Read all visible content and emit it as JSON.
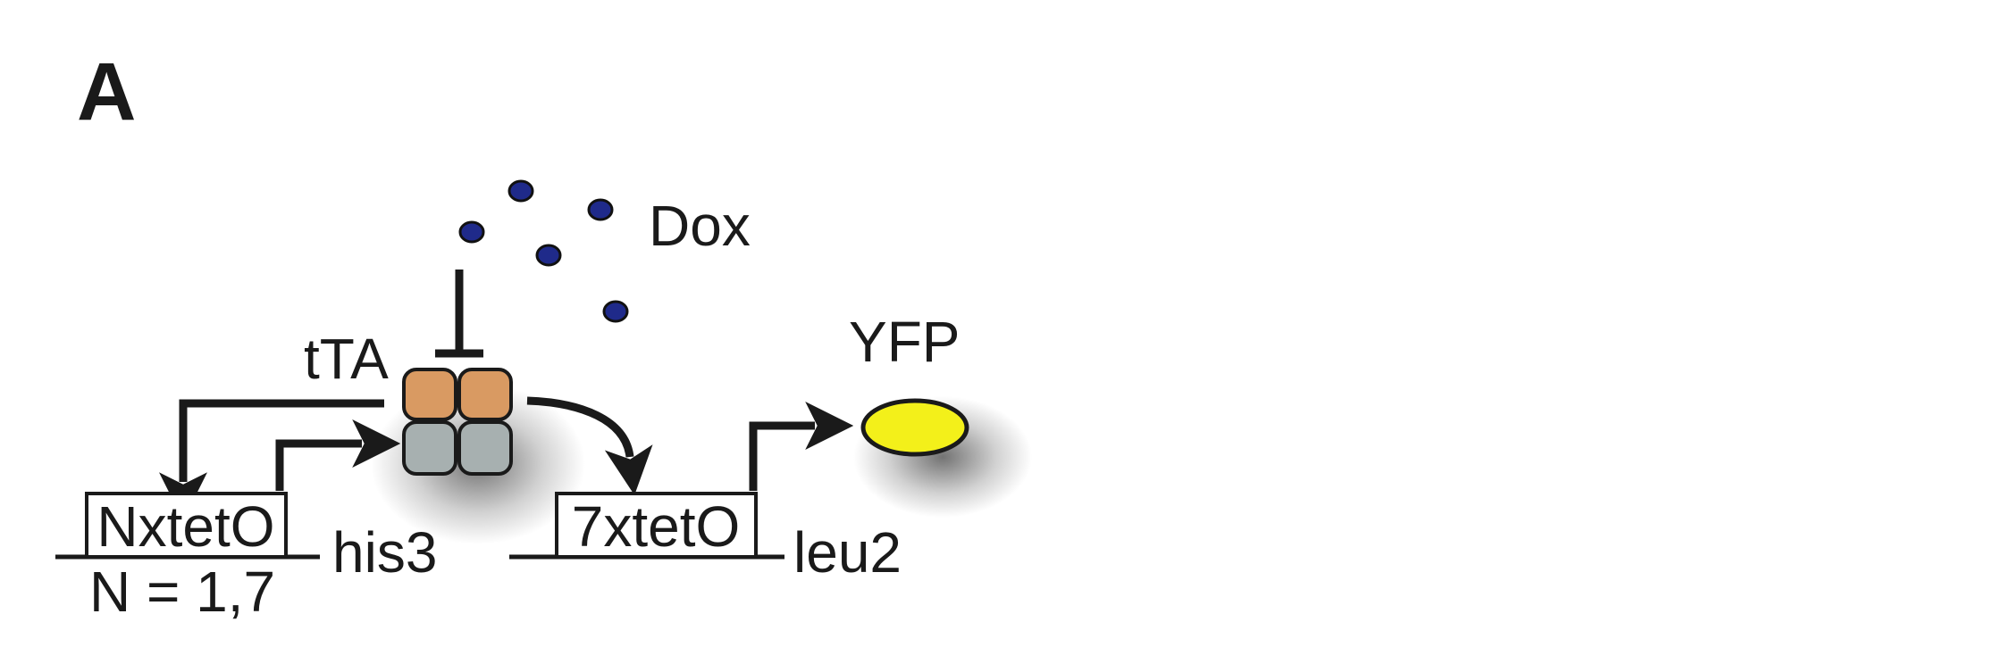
{
  "panel_label": "A",
  "labels": {
    "dox": "Dox",
    "tta": "tTA",
    "yfp": "YFP",
    "promoter1": "NxtetO",
    "promoter1_note": "N = 1,7",
    "gene1": "his3",
    "promoter2": "7xtetO",
    "gene2": "leu2"
  },
  "colors": {
    "dox_molecule": "#1f2a8a",
    "tta_top": "#d99a62",
    "tta_bottom": "#a7b0b0",
    "yfp": "#f3f01a",
    "ink": "#1a1a1a"
  }
}
